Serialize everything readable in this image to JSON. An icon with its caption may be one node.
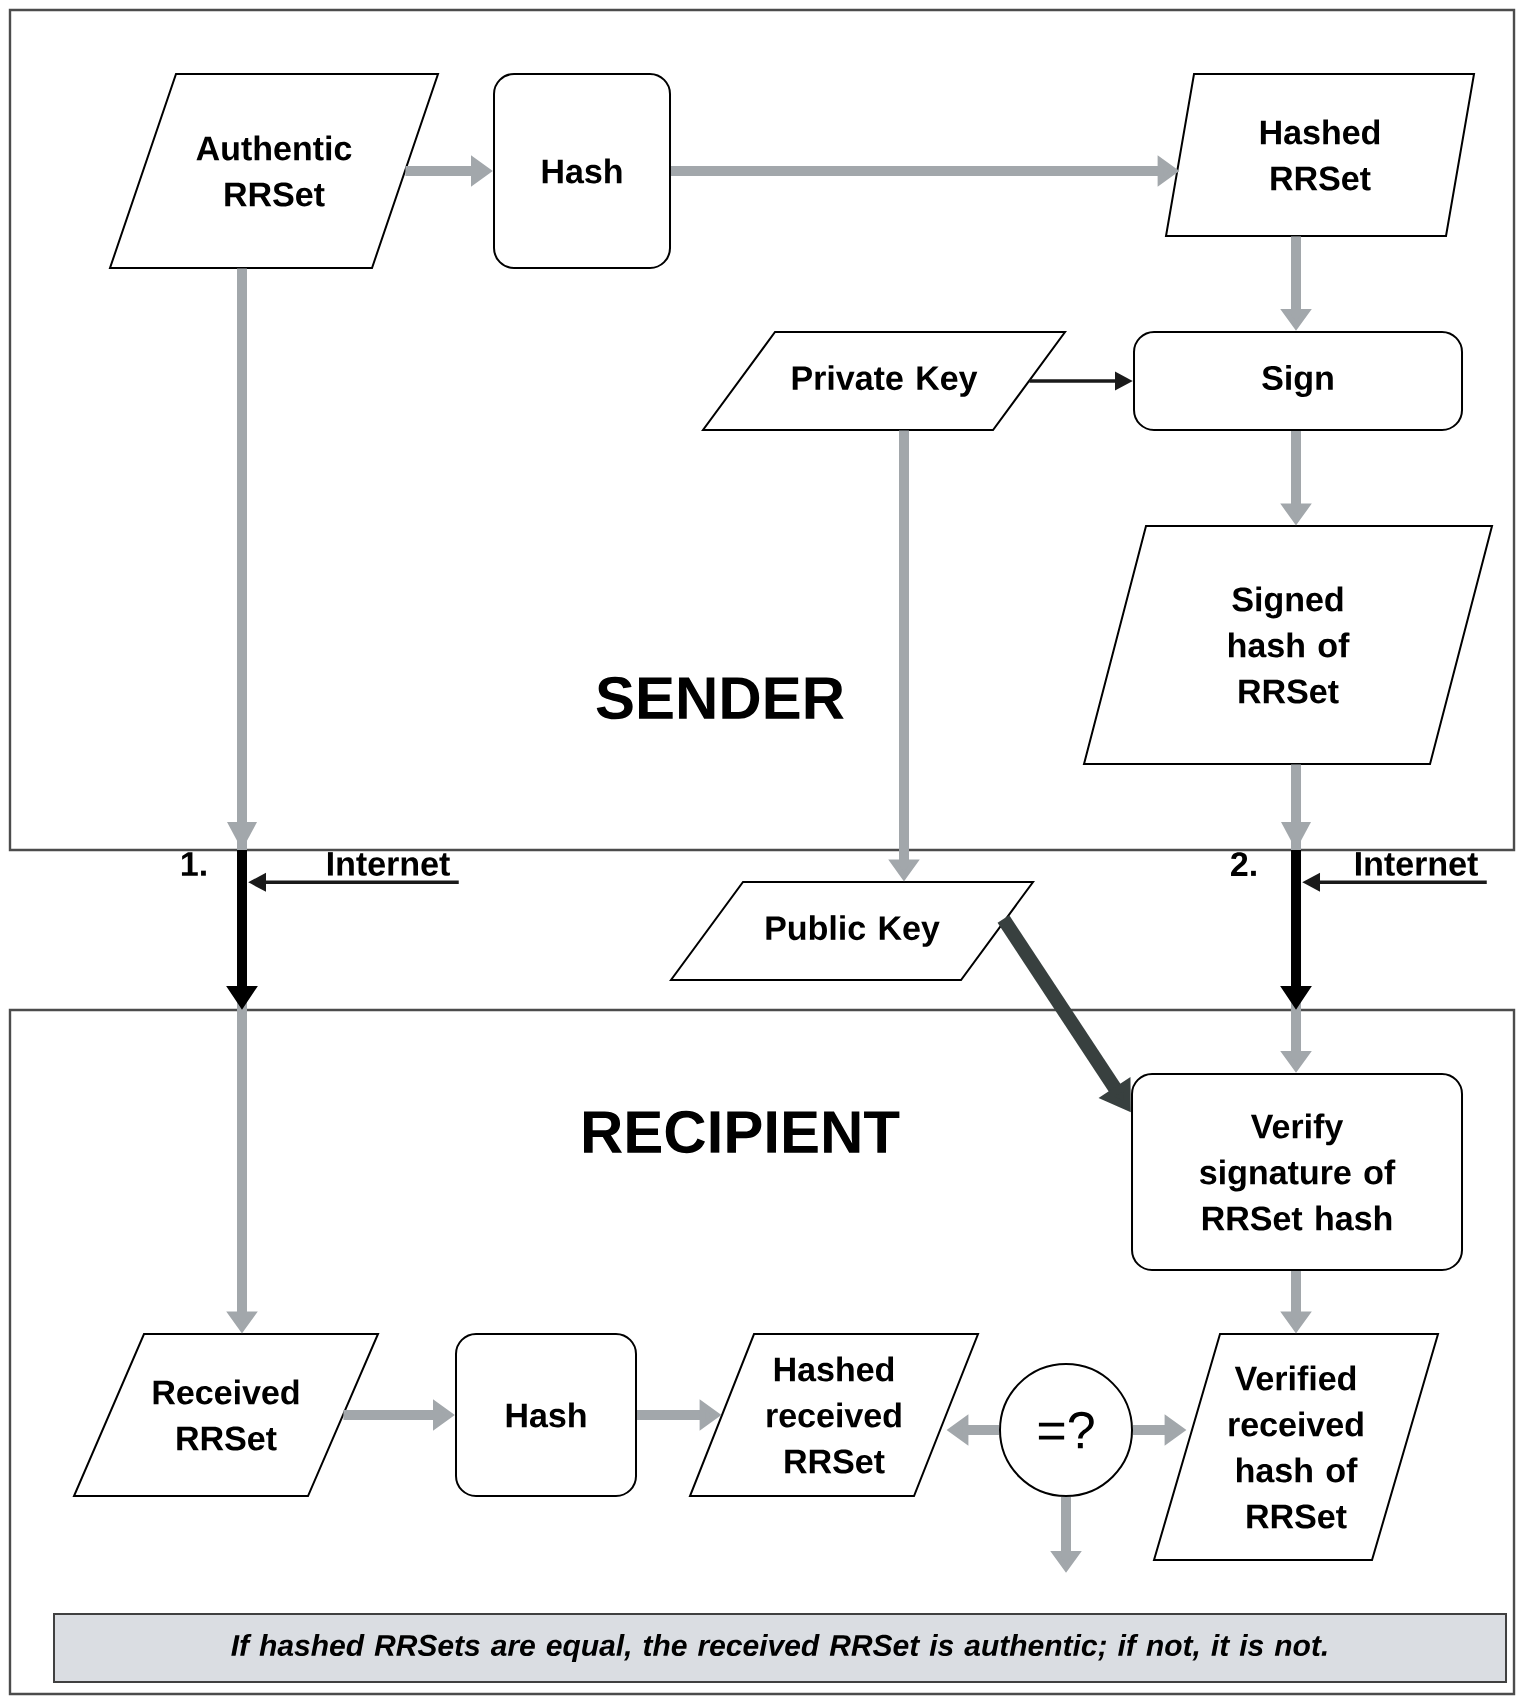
{
  "diagram": {
    "nodes": [
      {
        "text": [
          "SENDER"
        ]
      },
      {
        "text": [
          "Authentic RRSet"
        ],
        "in": 0
      },
      {
        "text": [
          "Hash"
        ],
        "in": 0
      },
      {
        "text": [
          "Hashed RRSet"
        ],
        "in": 0
      },
      {
        "text": [
          "Private Key"
        ],
        "in": 0
      },
      {
        "text": [
          "Sign"
        ],
        "in": 0
      },
      {
        "text": [
          "Signed hash of RRSet"
        ],
        "in": 0
      },
      {
        "text": [
          "Public Key"
        ]
      },
      {
        "text": [
          "RECIPIENT"
        ]
      },
      {
        "text": [
          "Verify signature of RRSet hash"
        ],
        "in": 8
      },
      {
        "text": [
          "Received RRSet"
        ],
        "in": 8
      },
      {
        "text": [
          "Hash"
        ],
        "in": 8
      },
      {
        "text": [
          "Hashed received RRSet"
        ],
        "in": 8
      },
      {
        "text": [
          "=?"
        ],
        "in": 8
      },
      {
        "text": [
          "Verified received hash of RRSet"
        ],
        "in": 8
      },
      {
        "text": [
          "If hashed RRSets are equal, the received RRSet is authentic; if not, it is not."
        ],
        "in": 8
      },
      {
        "text": [
          "Internet"
        ]
      },
      {
        "text": [
          "Internet"
        ]
      }
    ],
    "edges": [
      {
        "from": 1,
        "to": 2,
        "arrow": "to"
      },
      {
        "from": 2,
        "to": 3,
        "arrow": "to"
      },
      {
        "from": 3,
        "to": 5,
        "arrow": "to"
      },
      {
        "from": 4,
        "to": 5,
        "arrow": "to",
        "color": "#1a1a1a"
      },
      {
        "from": 5,
        "to": 6,
        "arrow": "to"
      },
      {
        "from": 1,
        "to": 10,
        "arrow": "to"
      },
      {
        "from": 4,
        "to": 7,
        "arrow": "to"
      },
      {
        "from": 6,
        "to": 9,
        "arrow": "to"
      },
      {
        "from": 7,
        "to": 9,
        "arrow": "to",
        "color": "#38403f"
      },
      {
        "from": 9,
        "to": 14,
        "arrow": "to"
      },
      {
        "from": 10,
        "to": 11,
        "arrow": "to"
      },
      {
        "from": 11,
        "to": 12,
        "arrow": "to"
      },
      {
        "from": 13,
        "to": 12,
        "arrow": "to"
      },
      {
        "from": 13,
        "to": 14,
        "arrow": "to"
      },
      {
        "from": 13,
        "to": null,
        "arrow": "to"
      },
      {
        "from": 16,
        "to": null,
        "arrow": "to",
        "color": "#1a1a1a"
      },
      {
        "from": 17,
        "to": null,
        "arrow": "to",
        "color": "#1a1a1a"
      }
    ],
    "labels": [
      "1.",
      "2."
    ]
  }
}
